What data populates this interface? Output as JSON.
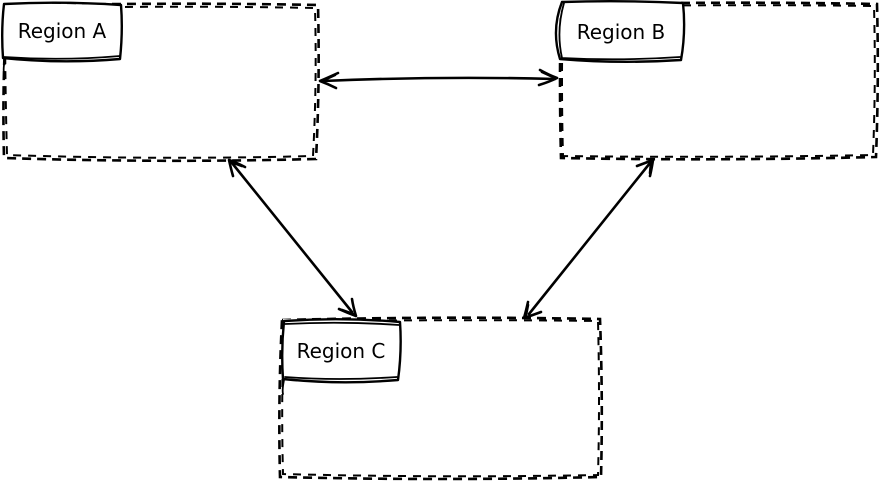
{
  "diagram": {
    "title": "Three-region bidirectional connection diagram",
    "background_color": "#ffffff",
    "stroke_color": "#000000",
    "style": "hand-drawn-sketch",
    "regions": [
      {
        "id": "region-a",
        "label": "Region A",
        "position": "top-left",
        "border": "dashed"
      },
      {
        "id": "region-b",
        "label": "Region B",
        "position": "top-right",
        "border": "dashed"
      },
      {
        "id": "region-c",
        "label": "Region C",
        "position": "bottom-center",
        "border": "dashed"
      }
    ],
    "connections": [
      {
        "from": "Region A",
        "to": "Region B",
        "type": "bidirectional-arrow"
      },
      {
        "from": "Region A",
        "to": "Region C",
        "type": "bidirectional-arrow"
      },
      {
        "from": "Region B",
        "to": "Region C",
        "type": "bidirectional-arrow"
      }
    ]
  }
}
